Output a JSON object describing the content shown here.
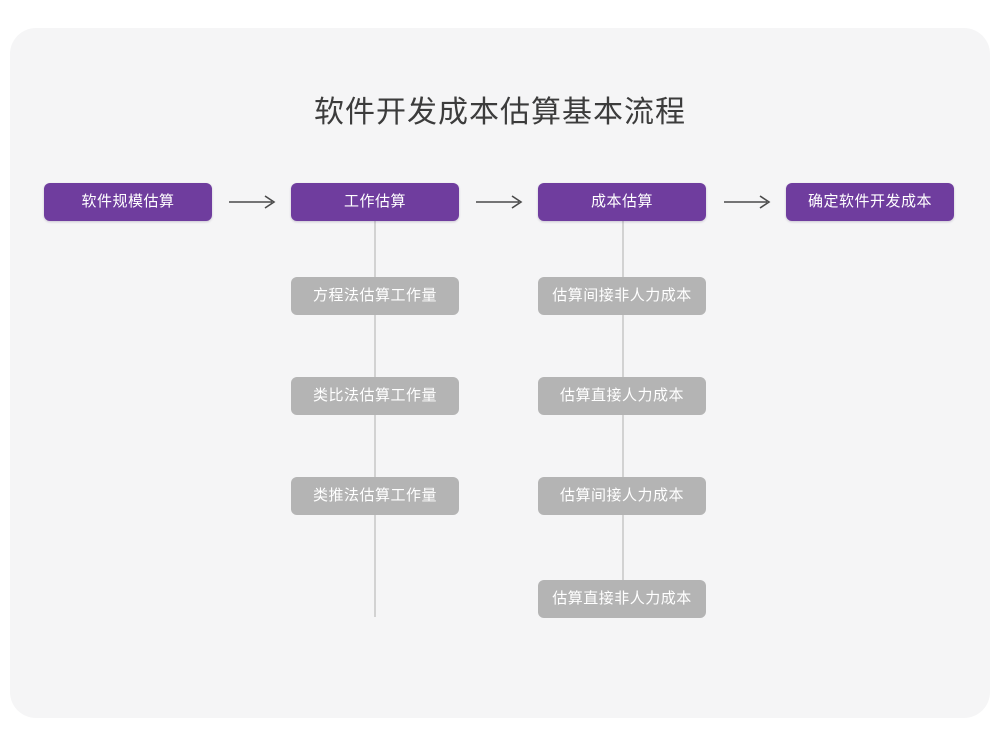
{
  "page": {
    "title": "软件开发成本估算基本流程",
    "background_color": "#ffffff",
    "card_color": "#f5f5f6",
    "accent_color": "#6f3d9e",
    "secondary_color": "#b4b4b4",
    "connector_color": "#d2d2d2",
    "title_color": "#3c3c3c"
  },
  "flow": {
    "arrows": [
      {
        "name": "arrow-1",
        "glyph": "⟶"
      },
      {
        "name": "arrow-2",
        "glyph": "⟶"
      },
      {
        "name": "arrow-3",
        "glyph": "⟶"
      }
    ],
    "stages": [
      {
        "id": "stage-1",
        "label": "软件规模估算",
        "type": "primary",
        "children": []
      },
      {
        "id": "stage-2",
        "label": "工作估算",
        "type": "primary",
        "children": [
          {
            "id": "stage-2-child-1",
            "label": "方程法估算工作量"
          },
          {
            "id": "stage-2-child-2",
            "label": "类比法估算工作量"
          },
          {
            "id": "stage-2-child-3",
            "label": "类推法估算工作量"
          }
        ]
      },
      {
        "id": "stage-3",
        "label": "成本估算",
        "type": "primary",
        "children": [
          {
            "id": "stage-3-child-1",
            "label": "估算间接非人力成本"
          },
          {
            "id": "stage-3-child-2",
            "label": "估算直接人力成本"
          },
          {
            "id": "stage-3-child-3",
            "label": "估算间接人力成本"
          },
          {
            "id": "stage-3-child-4",
            "label": "估算直接非人力成本"
          }
        ]
      },
      {
        "id": "stage-4",
        "label": "确定软件开发成本",
        "type": "primary",
        "children": []
      }
    ]
  }
}
